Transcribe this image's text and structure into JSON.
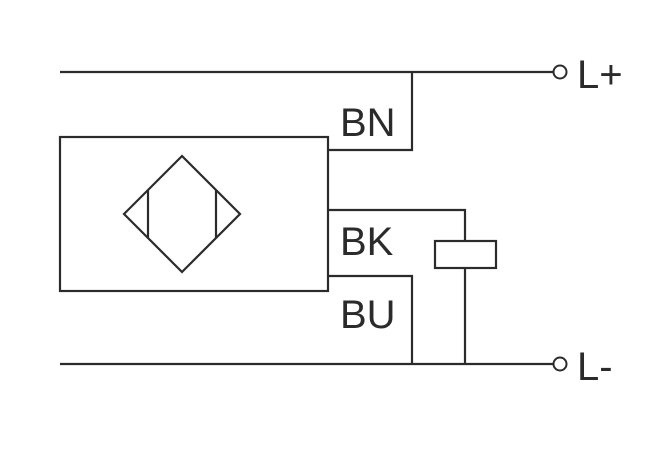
{
  "wires": {
    "brown": "BN",
    "black": "BK",
    "blue": "BU"
  },
  "terminals": {
    "positive": "L+",
    "negative": "L-"
  },
  "colors": {
    "line": "#2b2b2b",
    "background": "#ffffff"
  }
}
